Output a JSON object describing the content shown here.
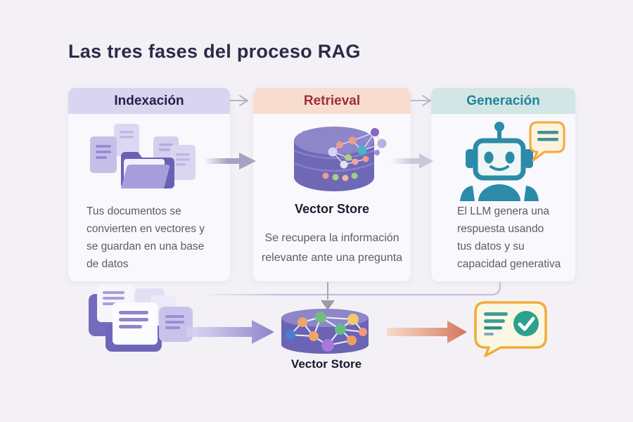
{
  "page": {
    "title": "Las tres fases del proceso RAG"
  },
  "phases": [
    {
      "label": "Indexación",
      "icon": "documents-folder-icon",
      "desc_lines": [
        "Tus documentos se",
        "convierten en vectores y",
        "se guardan en una base",
        "de datos"
      ]
    },
    {
      "label": "Retrieval",
      "icon": "vector-store-db-icon",
      "caption": "Vector Store",
      "desc_lines": [
        "Se recupera la información",
        "relevante ante una pregunta"
      ]
    },
    {
      "label": "Generación",
      "icon": "robot-chat-icon",
      "desc_lines": [
        "El LLM genera una",
        "respuesta usando",
        "tus datos y su",
        "capacidad generativa"
      ]
    }
  ],
  "bottom_flow": {
    "input_icon": "documents-stack-icon",
    "vector_store_label": "Vector Store",
    "output_icon": "answer-check-bubble-icon"
  },
  "colors": {
    "background": "#f3f1f6",
    "card_bg": "#f9f8fc",
    "indexacion_header_bg": "#d9d4ef",
    "indexacion_text": "#23234d",
    "retrieval_header_bg": "#f8ddcf",
    "retrieval_text": "#9e2d3a",
    "generacion_header_bg": "#d2e7e5",
    "generacion_text": "#23839c",
    "purple_accent": "#6f68b6",
    "teal_accent": "#2b8ba8",
    "orange_accent": "#f1ac38",
    "check_green": "#2aa18c",
    "title_color": "#2b2b49",
    "body_text": "#5c5c66"
  }
}
